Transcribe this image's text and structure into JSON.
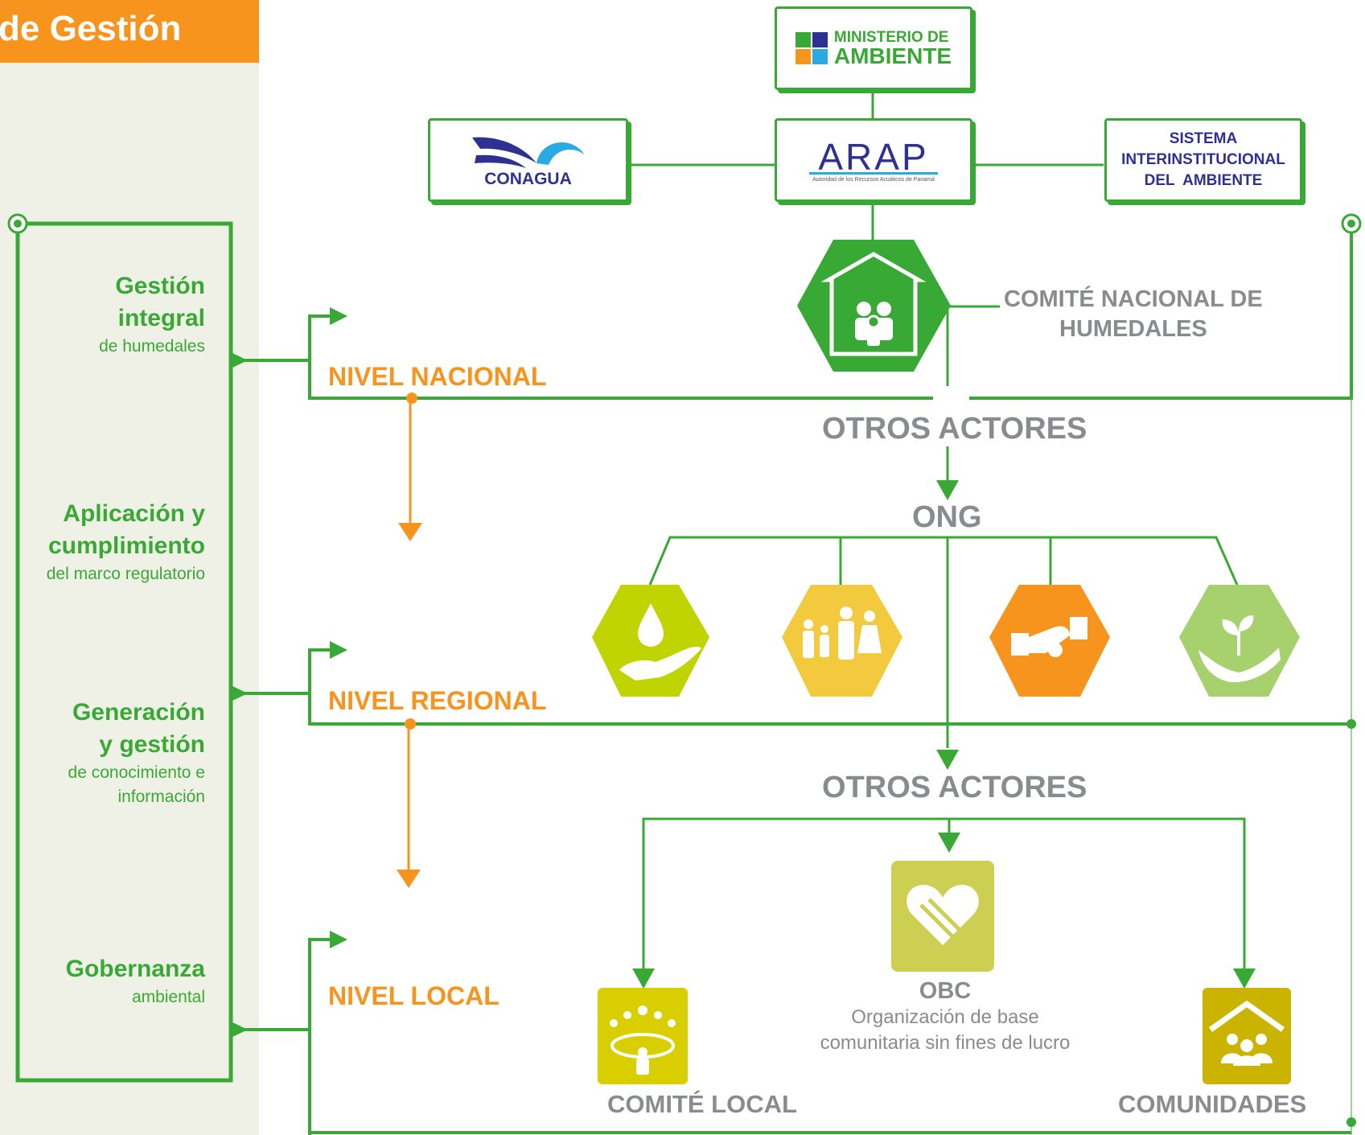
{
  "header": {
    "title": "de Gestión"
  },
  "sidebar": [
    {
      "title": "Gestión integral",
      "line1": "Gestión",
      "line2": "integral",
      "sub1": "de humedales",
      "sub2": ""
    },
    {
      "title": "Aplicación y cumplimiento",
      "line1": "Aplicación y",
      "line2": "cumplimiento",
      "sub1": "del marco regulatorio",
      "sub2": ""
    },
    {
      "title": "Generación y gestión",
      "line1": "Generación",
      "line2": "y gestión",
      "sub1": "de conocimiento e",
      "sub2": "información"
    },
    {
      "title": "Gobernanza",
      "line1": "Gobernanza",
      "line2": "",
      "sub1": "ambiental",
      "sub2": ""
    }
  ],
  "levels": {
    "national": "NIVEL NACIONAL",
    "regional": "NIVEL REGIONAL",
    "local": "NIVEL LOCAL"
  },
  "institutions": {
    "ministerio_line1": "MINISTERIO DE",
    "ministerio_line2": "AMBIENTE",
    "conagua": "CONAGUA",
    "arap": "ARAP",
    "arap_sub": "Autoridad de los Recursos Acuáticos de Panamá",
    "sistema_line1": "SISTEMA",
    "sistema_line2": "INTERINSTITUCIONAL",
    "sistema_line3": "DEL  AMBIENTE"
  },
  "comite_nacional": {
    "line1": "COMITÉ NACIONAL DE",
    "line2": "HUMEDALES"
  },
  "otros_actores_1": "OTROS ACTORES",
  "ong": "ONG",
  "ong_icons": [
    "water-hand-icon",
    "family-icon",
    "handshake-icon",
    "plant-hand-icon"
  ],
  "otros_actores_2": "OTROS ACTORES",
  "obc": {
    "title": "OBC",
    "line1": "Organización de base",
    "line2": "comunitaria sin fines de lucro"
  },
  "comite_local": "COMITÉ LOCAL",
  "comunidades": "COMUNIDADES",
  "colors": {
    "green": "#39a935",
    "orange": "#f7941d",
    "lime": "#bfd400",
    "yellow": "#f3c93e",
    "light_green": "#a7d16d",
    "olive": "#cdcf52",
    "gray": "#8a8b8d",
    "navy": "#2e3192"
  }
}
